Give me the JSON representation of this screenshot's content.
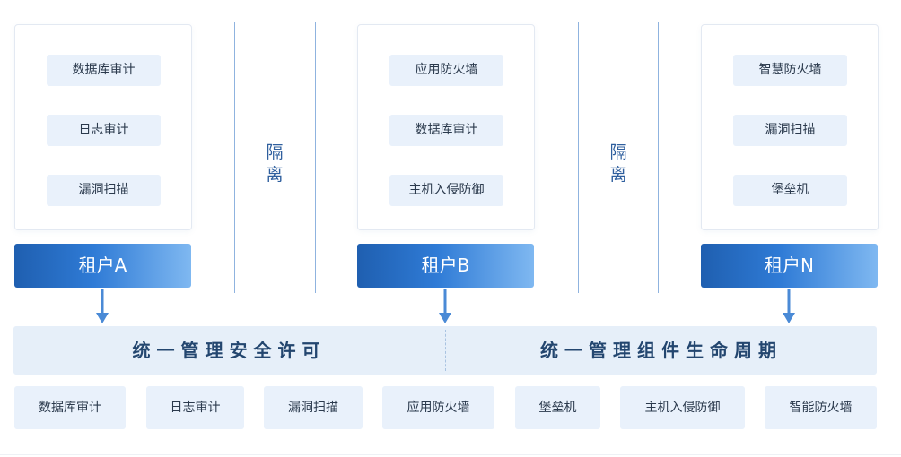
{
  "tenants": [
    {
      "name": "租户A",
      "services": [
        "数据库审计",
        "日志审计",
        "漏洞扫描"
      ]
    },
    {
      "name": "租户B",
      "services": [
        "应用防火墙",
        "数据库审计",
        "主机入侵防御"
      ]
    },
    {
      "name": "租户N",
      "services": [
        "智慧防火墙",
        "漏洞扫描",
        "堡垒机"
      ]
    }
  ],
  "isolation": {
    "line1": "隔",
    "line2": "离"
  },
  "management": {
    "left": "统一管理安全许可",
    "right": "统一管理组件生命周期"
  },
  "components": [
    "数据库审计",
    "日志审计",
    "漏洞扫描",
    "应用防火墙",
    "堡垒机",
    "主机入侵防御",
    "智能防火墙"
  ],
  "colors": {
    "tenant_gradient_start": "#1f5fb0",
    "tenant_gradient_end": "#7fb8f1",
    "chip_bg": "#e9f1fb",
    "bar_bg": "#e6eff9",
    "arrow": "#4a8ad6"
  }
}
